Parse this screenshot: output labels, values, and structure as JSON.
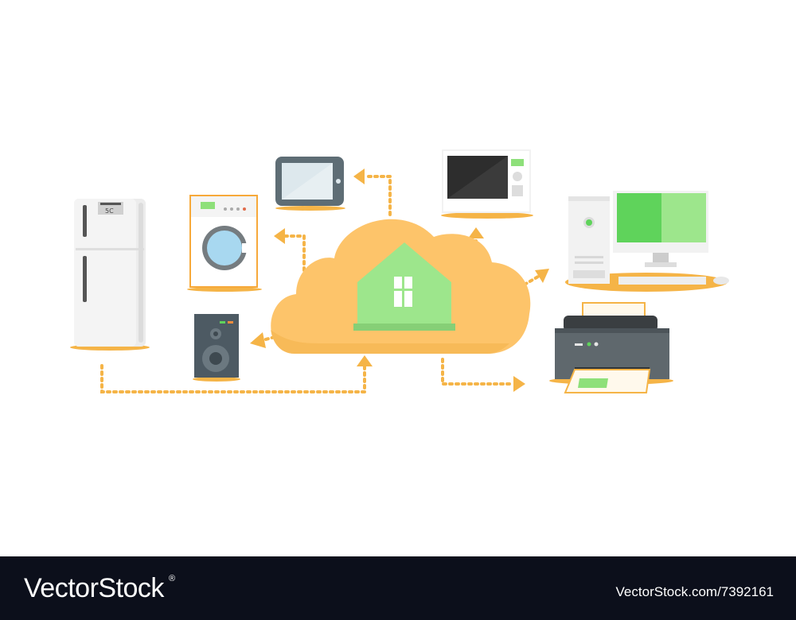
{
  "fridge": {
    "display_text": "5C"
  },
  "footer": {
    "brand": "VectorStock",
    "brand_mark": "®",
    "credit": "VectorStock.com/7392161"
  },
  "colors": {
    "cloud": "#fdc46a",
    "house": "#9de68c",
    "connector": "#f5b447",
    "footer_bg": "#0c0f1b",
    "screen_green": "#5fd35b"
  },
  "icons": [
    "fridge-icon",
    "washing-machine-icon",
    "tablet-icon",
    "microwave-icon",
    "desktop-computer-icon",
    "speaker-icon",
    "printer-icon",
    "cloud-icon",
    "house-icon"
  ]
}
